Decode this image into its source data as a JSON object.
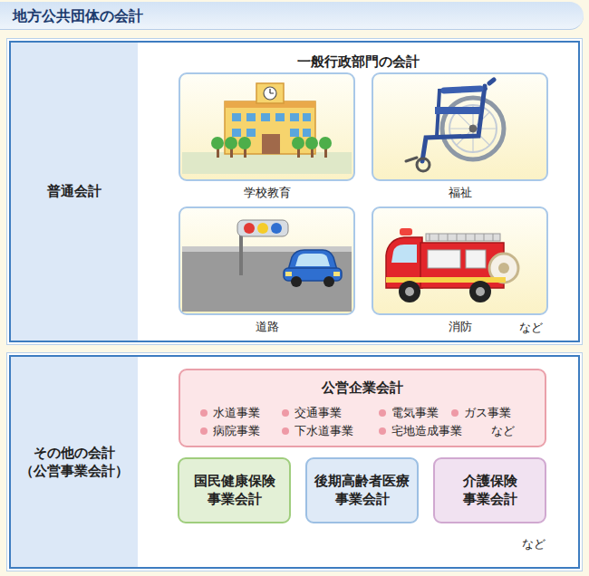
{
  "diagram": {
    "title": "地方公共団体の会計",
    "nodes": [
      {
        "text": [
          "普通会計"
        ]
      },
      {
        "text": [
          "一般行政部門の会計"
        ],
        "in": 0
      },
      {
        "text": [
          "学校教育"
        ],
        "in": 1
      },
      {
        "text": [
          "福祉"
        ],
        "in": 1
      },
      {
        "text": [
          "道路"
        ],
        "in": 1
      },
      {
        "text": [
          "消防"
        ],
        "in": 1
      },
      {
        "text": [
          "その他の会計 （公営事業会計）"
        ]
      },
      {
        "text": [
          "公営企業会計",
          "水道事業",
          "交通事業",
          "電気事業",
          "ガス事業",
          "病院事業",
          "下水道事業",
          "宅地造成事業",
          "など"
        ],
        "in": 6
      },
      {
        "text": [
          "国民健康保険 事業会計"
        ],
        "in": 6
      },
      {
        "text": [
          "後期高齢者医療 事業会計"
        ],
        "in": 6
      },
      {
        "text": [
          "介護保険 事業会計"
        ],
        "in": 6
      }
    ],
    "labels": [
      "など",
      "など"
    ]
  }
}
